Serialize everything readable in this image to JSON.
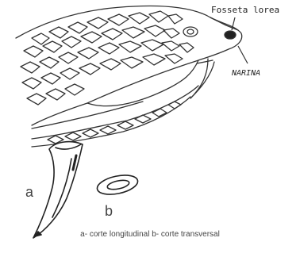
{
  "labels": {
    "fosseta": "Fosseta lorea",
    "narina": "NARINA",
    "a": "a",
    "b": "b"
  },
  "caption": "a- corte longitudinal  b- corte transversal"
}
